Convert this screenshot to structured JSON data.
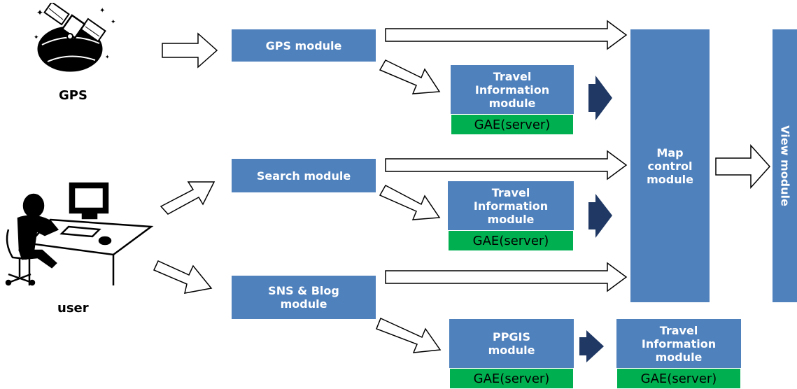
{
  "actors": {
    "gps_label": "GPS",
    "user_label": "user"
  },
  "modules": {
    "gps": "GPS module",
    "search": "Search module",
    "sns": "SNS & Blog\nmodule",
    "travel_1": "Travel\nInformation\nmodule",
    "travel_2": "Travel\nInformation\nmodule",
    "travel_3": "Travel\nInformation\nmodule",
    "ppgis": "PPGIS\nmodule",
    "map_control": "Map\ncontrol\nmodule",
    "view": "View module"
  },
  "server_tags": {
    "gae_1": "GAE(server)",
    "gae_2": "GAE(server)",
    "gae_3": "GAE(server)",
    "gae_4": "GAE(server)"
  },
  "colors": {
    "module": "#4f81bd",
    "server": "#00b050",
    "dark_arrow": "#1f3864"
  }
}
